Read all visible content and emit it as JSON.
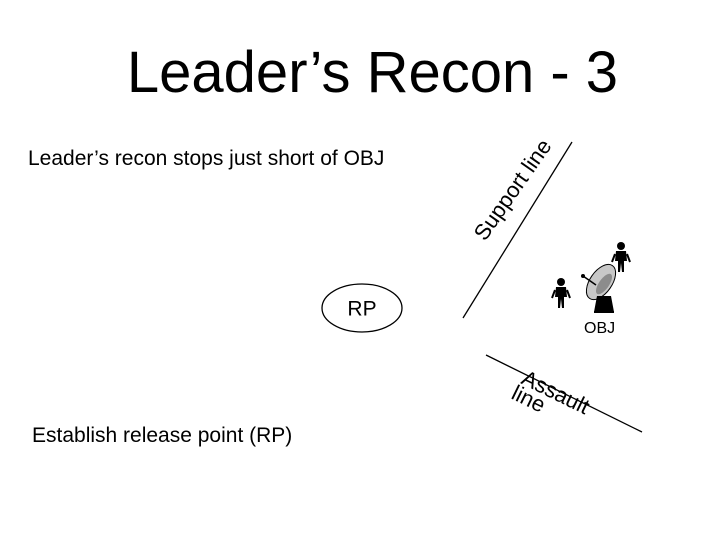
{
  "slide": {
    "title": "Leader’s Recon - 3",
    "recon_caption": "Leader’s recon stops just short of OBJ",
    "release_caption": "Establish release point (RP)"
  },
  "diagram": {
    "support_line_label": "Support line",
    "assault_line_label_1": "Assault",
    "assault_line_label_2": "line",
    "rp_label": "RP",
    "obj_label": "OBJ"
  },
  "colors": {
    "ink": "#000000",
    "dish": "#c8c8c8",
    "dish_shade": "#8c8c8c"
  },
  "icons": [
    "soldier-icon",
    "satellite-dish-icon"
  ]
}
